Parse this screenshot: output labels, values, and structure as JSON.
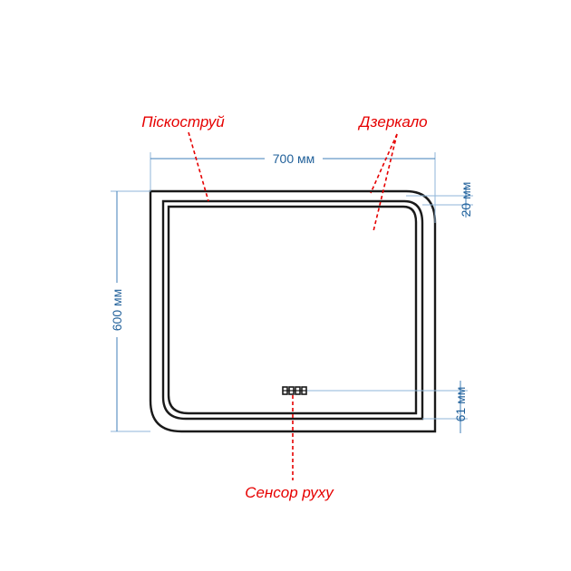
{
  "labels": {
    "sandblast": "Піскоструй",
    "mirror": "Дзеркало",
    "sensor": "Сенсор руху"
  },
  "dimensions": {
    "width": "700 мм",
    "height": "600 мм",
    "border": "20 мм",
    "sensor_offset": "61 мм"
  },
  "colors": {
    "callout": "#e60000",
    "dimension": "#1f5f99",
    "outline": "#1a1a1a"
  }
}
